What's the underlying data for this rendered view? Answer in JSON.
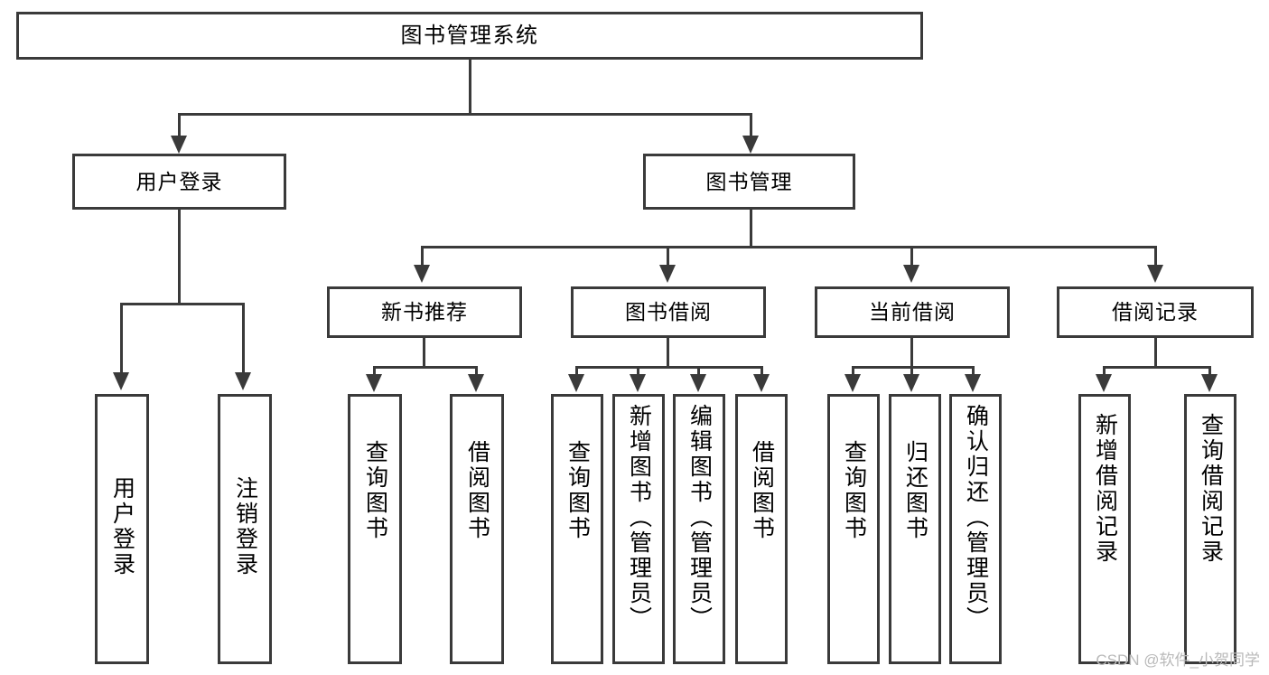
{
  "diagram": {
    "title": "图书管理系统",
    "watermark": "CSDN @软件_小贺同学",
    "type": "tree-hierarchy-diagram",
    "colors": {
      "stroke": "#3a3a3a",
      "fill": "#ffffff",
      "text": "#000000",
      "watermark": "#b9b9b9"
    },
    "root": {
      "label": "图书管理系统"
    },
    "level2": [
      {
        "label": "用户登录"
      },
      {
        "label": "图书管理"
      }
    ],
    "level3": [
      {
        "label": "新书推荐"
      },
      {
        "label": "图书借阅"
      },
      {
        "label": "当前借阅"
      },
      {
        "label": "借阅记录"
      }
    ],
    "leaves": {
      "user_login": [
        {
          "label": "用户登录"
        },
        {
          "label": "注销登录"
        }
      ],
      "new_book_recommend": [
        {
          "label": "查询图书"
        },
        {
          "label": "借阅图书"
        }
      ],
      "book_borrow": [
        {
          "label": "查询图书"
        },
        {
          "label": "新增图书（管理员）"
        },
        {
          "label": "编辑图书（管理员）"
        },
        {
          "label": "借阅图书"
        }
      ],
      "current_borrow": [
        {
          "label": "查询图书"
        },
        {
          "label": "归还图书"
        },
        {
          "label": "确认归还（管理员）"
        }
      ],
      "borrow_record": [
        {
          "label": "新增借阅记录"
        },
        {
          "label": "查询借阅记录"
        }
      ]
    }
  }
}
